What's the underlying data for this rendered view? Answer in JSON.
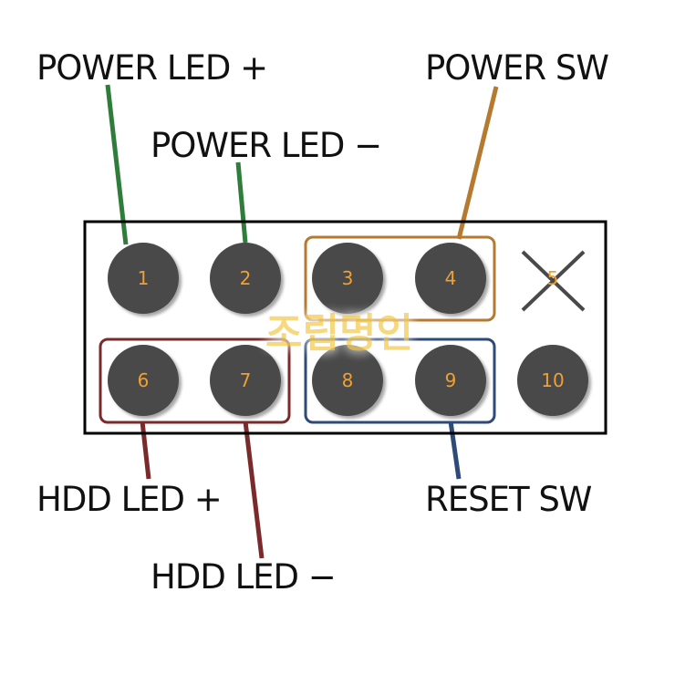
{
  "labels": {
    "power_led_plus": "POWER LED +",
    "power_led_minus": "POWER LED −",
    "power_sw": "POWER SW",
    "hdd_led_plus": "HDD LED +",
    "hdd_led_minus": "HDD LED −",
    "reset_sw": "RESET SW"
  },
  "pins": {
    "p1": "1",
    "p2": "2",
    "p3": "3",
    "p4": "4",
    "p5": "5",
    "p6": "6",
    "p7": "7",
    "p8": "8",
    "p9": "9",
    "p10": "10"
  },
  "watermark": "조립명인",
  "colors": {
    "power_led": "#2e7d3a",
    "power_sw": "#b57a30",
    "hdd_led": "#7a2a2a",
    "reset_sw": "#2d4a78",
    "pin_fill": "#4a4848",
    "pin_number": "#f0a030"
  }
}
